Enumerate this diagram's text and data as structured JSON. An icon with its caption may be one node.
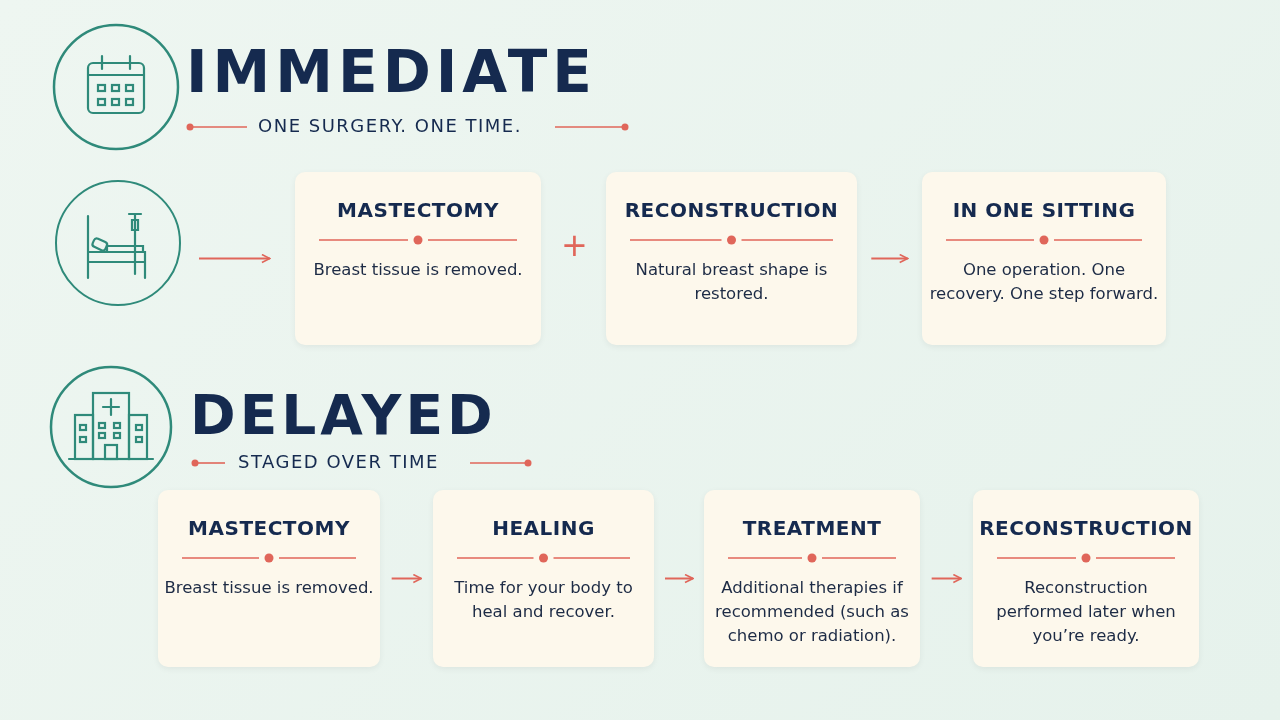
{
  "diagram": {
    "nodes": [
      {
        "text": [],
        "shape": "circle"
      },
      {
        "text": [
          "MASTECTOMY",
          "Breast tissue is removed."
        ]
      },
      {
        "text": [
          "RECONSTRUCTION",
          "Natural breast shape is restored."
        ]
      },
      {
        "text": [
          "IN ONE SITTING",
          "One operation. One recovery. One step forward."
        ]
      },
      {
        "text": [
          "MASTECTOMY",
          "Breast tissue is removed."
        ]
      },
      {
        "text": [
          "HEALING",
          "Time for your body to heal and recover."
        ]
      },
      {
        "text": [
          "TREATMENT",
          "Additional therapies if recommended (such as chemo or radiation)."
        ]
      },
      {
        "text": [
          "RECONSTRUCTION",
          "Reconstruction performed later when you’re ready."
        ]
      }
    ],
    "edges": [
      {
        "from": 0,
        "to": 1,
        "arrow": "to"
      },
      {
        "from": 2,
        "to": 3,
        "arrow": "to"
      },
      {
        "from": 4,
        "to": 5,
        "arrow": "to"
      },
      {
        "from": 5,
        "to": 6,
        "arrow": "to"
      },
      {
        "from": 6,
        "to": 7,
        "arrow": "to"
      }
    ],
    "labels": [
      "IMMEDIATE",
      "ONE SURGERY. ONE TIME.",
      "+",
      "DELAYED",
      "STAGED OVER TIME"
    ]
  }
}
